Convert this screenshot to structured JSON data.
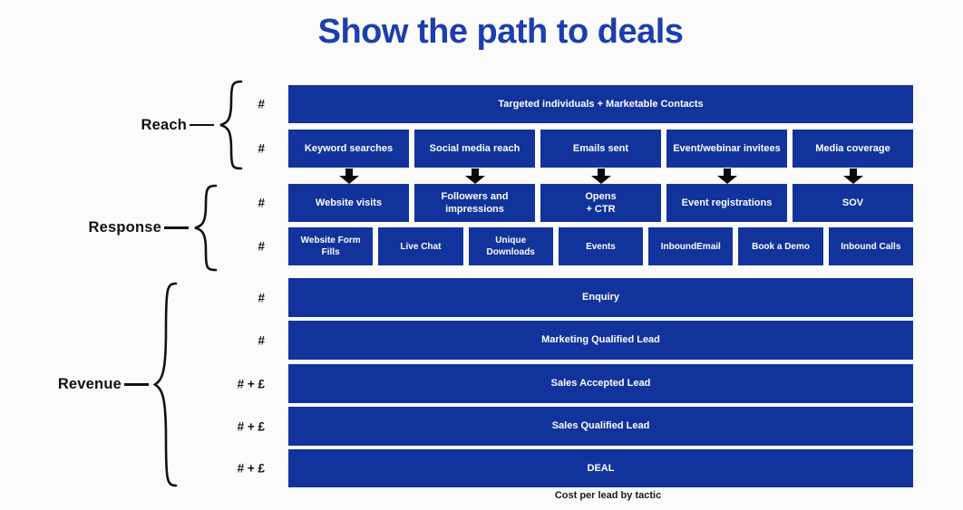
{
  "title": "Show the path to deals",
  "footer": "Cost per lead by tactic",
  "colors": {
    "bar_blue": "#11339B",
    "title_blue": "#1C3EAE"
  },
  "groups": [
    {
      "label": "Reach"
    },
    {
      "label": "Response"
    },
    {
      "label": "Revenue"
    }
  ],
  "funnel": {
    "rows": [
      {
        "metric": "#",
        "cells": [
          "Targeted individuals + Marketable Contacts"
        ]
      },
      {
        "metric": "#",
        "cells": [
          "Keyword searches",
          "Social media reach",
          "Emails sent",
          "Event/webinar invitees",
          "Media coverage"
        ]
      },
      {
        "metric": "#",
        "cells": [
          "Website visits",
          "Followers and\nimpressions",
          "Opens\n+ CTR",
          "Event registrations",
          "SOV"
        ]
      },
      {
        "metric": "#",
        "cells": [
          "Website Form Fills",
          "Live Chat",
          "Unique Downloads",
          "Events",
          "InboundEmail",
          "Book a Demo",
          "Inbound Calls"
        ]
      },
      {
        "metric": "#",
        "cells": [
          "Enquiry"
        ]
      },
      {
        "metric": "#",
        "cells": [
          "Marketing Qualified Lead"
        ]
      },
      {
        "metric": "# + £",
        "cells": [
          "Sales Accepted Lead"
        ]
      },
      {
        "metric": "# + £",
        "cells": [
          "Sales Qualified Lead"
        ]
      },
      {
        "metric": "# + £",
        "cells": [
          "DEAL"
        ]
      }
    ]
  }
}
